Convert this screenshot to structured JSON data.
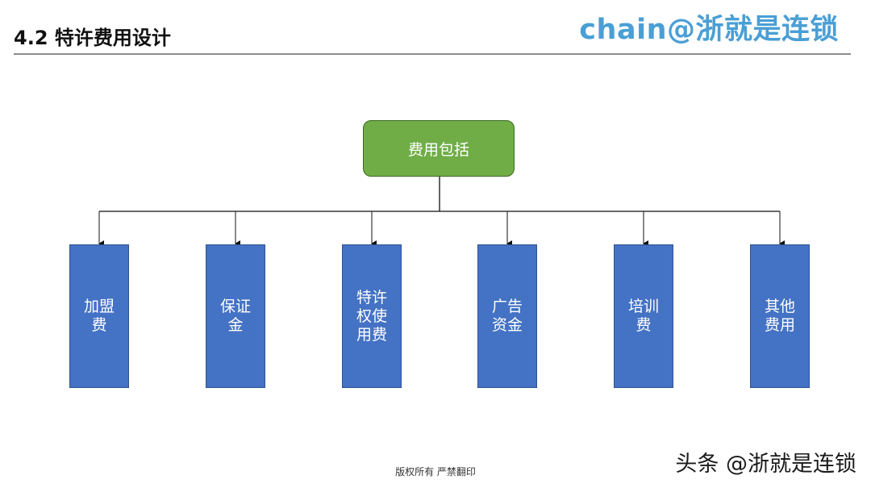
{
  "header": {
    "title": "4.2  特许费用设计",
    "brand": "chain@浙就是连锁"
  },
  "diagram": {
    "root": "费用包括",
    "children": [
      {
        "label": "加盟\n费"
      },
      {
        "label": "保证\n金"
      },
      {
        "label": "特许\n权使\n用费"
      },
      {
        "label": "广告\n资金"
      },
      {
        "label": "培训\n费"
      },
      {
        "label": "其他\n费用"
      }
    ]
  },
  "footer": {
    "copyright": "版权所有  严禁翻印",
    "watermark": "头条 @浙就是连锁"
  },
  "colors": {
    "root_fill": "#70ad47",
    "child_fill": "#4472c4",
    "brand": "#4a9fd5"
  }
}
